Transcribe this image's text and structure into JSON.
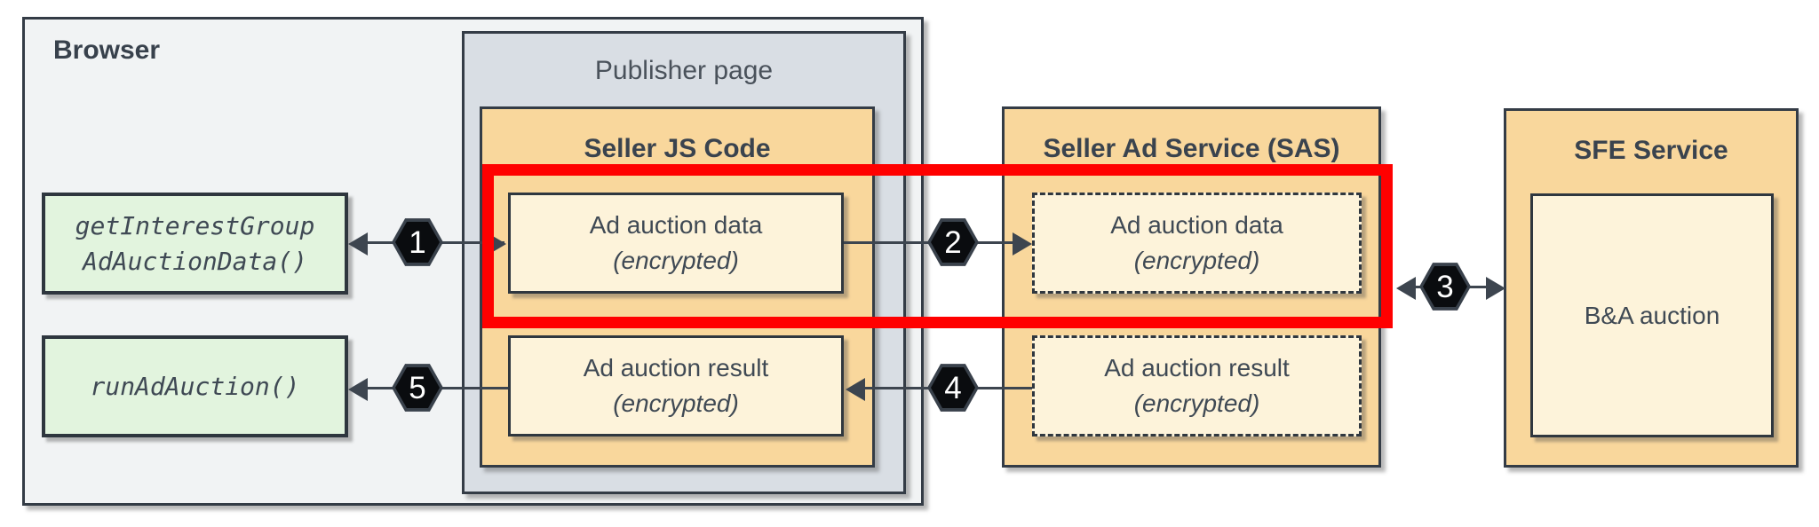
{
  "diagram": {
    "browser": {
      "label": "Browser"
    },
    "publisher": {
      "label": "Publisher page"
    },
    "seller_js": {
      "title": "Seller JS Code",
      "boxes": [
        {
          "line1": "Ad auction data",
          "line2": "(encrypted)"
        },
        {
          "line1": "Ad auction result",
          "line2": "(encrypted)"
        }
      ]
    },
    "sas": {
      "title": "Seller Ad Service (SAS)",
      "boxes": [
        {
          "line1": "Ad auction data",
          "line2": "(encrypted)"
        },
        {
          "line1": "Ad auction result",
          "line2": "(encrypted)"
        }
      ]
    },
    "sfe": {
      "title": "SFE Service",
      "box_label": "B&A auction"
    },
    "api": [
      {
        "line1": "getInterestGroup",
        "line2": "AdAuctionData()"
      },
      {
        "line1": "runAdAuction()"
      }
    ],
    "steps": [
      "1",
      "2",
      "3",
      "4",
      "5"
    ],
    "colors": {
      "highlight_red": "#FF0000",
      "container_orange": "#F9D79C",
      "box_cream": "#FDF3DA",
      "box_green": "#E2F4DE",
      "publisher_gray": "#D9DEE4",
      "browser_gray": "#F1F3F4",
      "line_dark": "#3D454F",
      "badge_black": "#0A0C0F"
    }
  }
}
